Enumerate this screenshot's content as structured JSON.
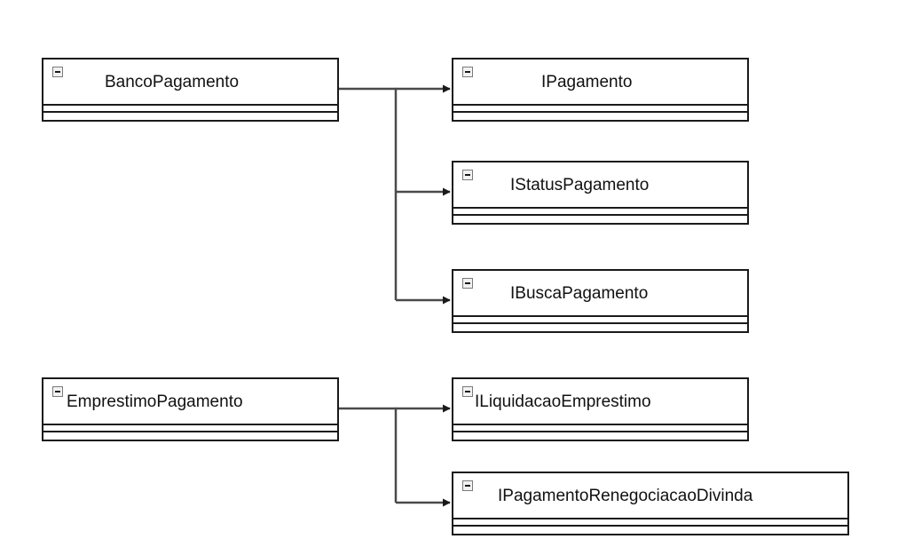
{
  "diagram": {
    "classes": {
      "banco_pagamento": "BancoPagamento",
      "i_pagamento": "IPagamento",
      "i_status_pagamento": "IStatusPagamento",
      "i_busca_pagamento": "IBuscaPagamento",
      "emprestimo_pagamento": "EmprestimoPagamento",
      "i_liquidacao_emprestimo": "ILiquidacaoEmprestimo",
      "i_pagamento_renegociacao_divinda": "IPagamentoRenegociacaoDivinda"
    },
    "relations": [
      {
        "from": "BancoPagamento",
        "to": "IPagamento"
      },
      {
        "from": "BancoPagamento",
        "to": "IStatusPagamento"
      },
      {
        "from": "BancoPagamento",
        "to": "IBuscaPagamento"
      },
      {
        "from": "EmprestimoPagamento",
        "to": "ILiquidacaoEmprestimo"
      },
      {
        "from": "EmprestimoPagamento",
        "to": "IPagamentoRenegociacaoDivinda"
      }
    ],
    "colors": {
      "stroke": "#1a1a1a",
      "connector": "#4a4a4a",
      "background": "#ffffff"
    }
  }
}
